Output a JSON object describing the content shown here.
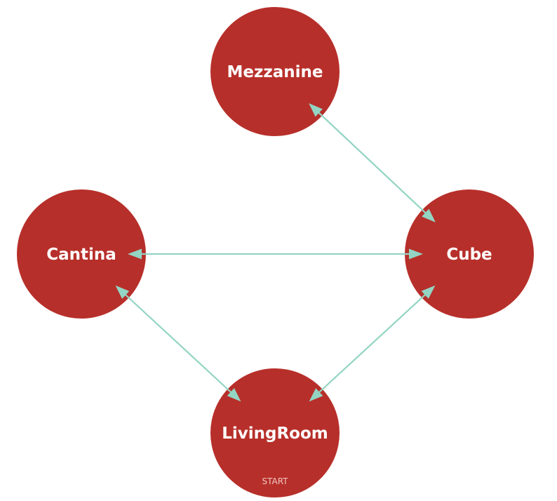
{
  "colors": {
    "node_fill": "#b72f2a",
    "edge_stroke": "#93d4c3",
    "label_text": "#ffffff"
  },
  "nodes": [
    {
      "id": "mezzanine",
      "label": "Mezzanine",
      "sublabel": ""
    },
    {
      "id": "cantina",
      "label": "Cantina",
      "sublabel": ""
    },
    {
      "id": "cube",
      "label": "Cube",
      "sublabel": ""
    },
    {
      "id": "livingroom",
      "label": "LivingRoom",
      "sublabel": "START"
    }
  ],
  "edges": [
    {
      "from": "mezzanine",
      "to": "cube",
      "bidirectional": true
    },
    {
      "from": "cantina",
      "to": "cube",
      "bidirectional": true
    },
    {
      "from": "cantina",
      "to": "livingroom",
      "bidirectional": true
    },
    {
      "from": "cube",
      "to": "livingroom",
      "bidirectional": true
    }
  ]
}
